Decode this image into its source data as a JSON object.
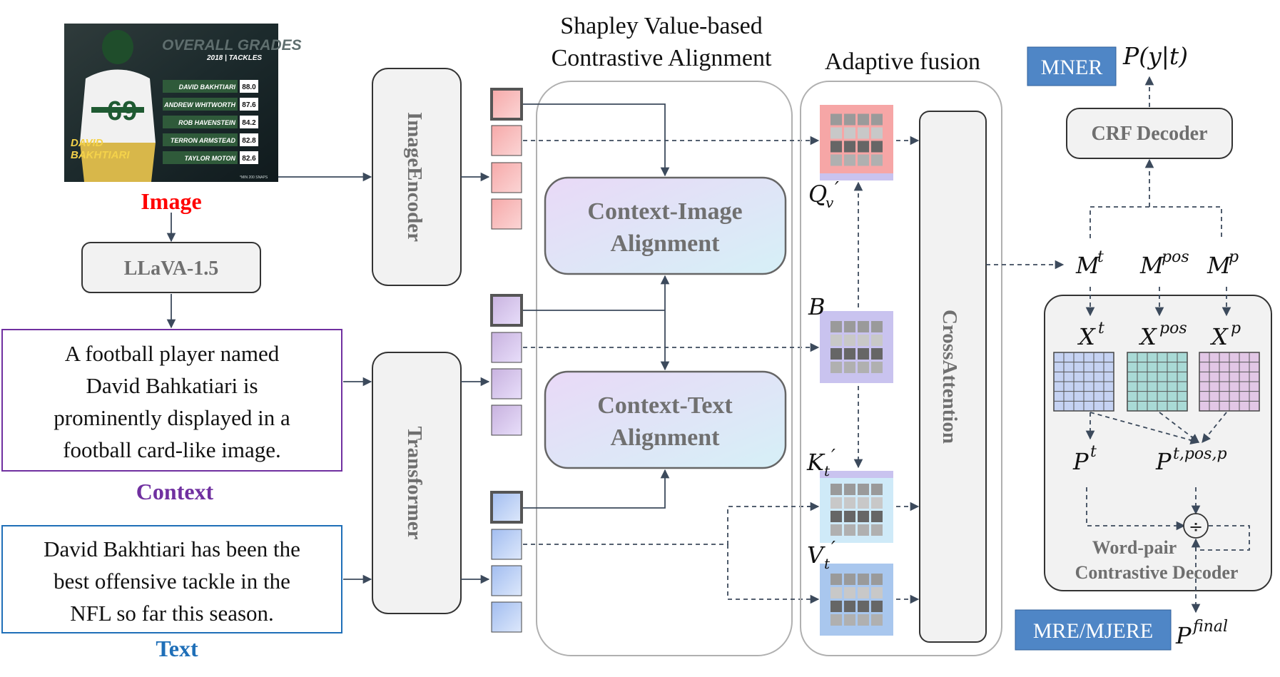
{
  "image_card": {
    "title": "OVERALL GRADES",
    "subtitle": "2018 | TACKLES",
    "jersey": "69",
    "player_first": "DAVID",
    "player_last": "BAKHTIARI",
    "footnote": "*MIN 200 SNAPS",
    "rows": [
      {
        "name": "DAVID BAKHTIARI",
        "grade": "88.0"
      },
      {
        "name": "ANDREW WHITWORTH",
        "grade": "87.6"
      },
      {
        "name": "ROB HAVENSTEIN",
        "grade": "84.2"
      },
      {
        "name": "TERRON ARMSTEAD",
        "grade": "82.8"
      },
      {
        "name": "TAYLOR MOTON",
        "grade": "82.6"
      }
    ]
  },
  "labels": {
    "image": "Image",
    "context": "Context",
    "text": "Text",
    "llava": "LLaVA-1.5",
    "image_encoder": "ImageEncoder",
    "transformer": "Transformer",
    "shapley_line1": "Shapley Value-based",
    "shapley_line2": "Contrastive Alignment",
    "ci_line1": "Context-Image",
    "ci_line2": "Alignment",
    "ct_line1": "Context-Text",
    "ct_line2": "Alignment",
    "adaptive_fusion": "Adaptive fusion",
    "cross_attention": "CrossAttention",
    "mner": "MNER",
    "mre": "MRE/MJERE",
    "crf_decoder": "CRF Decoder",
    "wp_line1": "Word-pair",
    "wp_line2": "Contrastive Decoder"
  },
  "context_text": [
    "A football player named",
    "David Bahkatiari is",
    "prominently displayed in a",
    "football card-like image."
  ],
  "input_text": [
    "David Bakhtiari has been the",
    "best offensive tackle in the",
    "NFL so far this season."
  ],
  "math": {
    "p_y_t": "P(y|t)",
    "qv": "Q",
    "qv_sub": "v",
    "prime": "′",
    "b": "B",
    "kt": "K",
    "vt": "V",
    "t_sub": "t",
    "M": "M",
    "X": "X",
    "P": "P",
    "sup_t": "t",
    "sup_pos": "pos",
    "sup_p": "p",
    "sup_tposp": "t,pos,p",
    "sup_final": "final",
    "divide": "÷"
  },
  "colors": {
    "image_label": "#ff0000",
    "context_label": "#7030a0",
    "text_label": "#1f6fb8",
    "tag_blue": "#4f86c6",
    "red_token": "#f4a0a0",
    "purple_token": "#cdb7e0",
    "blue_token": "#a9c1ee"
  }
}
